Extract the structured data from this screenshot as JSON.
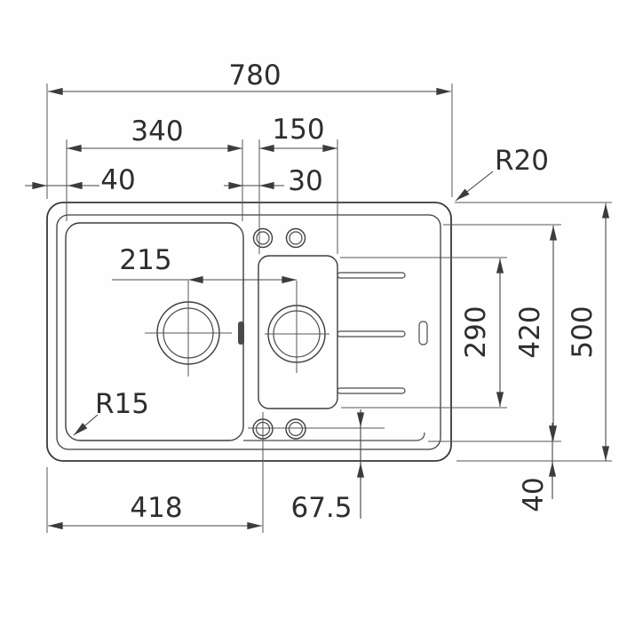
{
  "drawing": {
    "type": "technical-drawing",
    "subject": "Kitchen sink with drainer - top view dimensional drawing",
    "units": "mm",
    "colors": {
      "outline": "#383838",
      "dimension_lines": "#454545",
      "text": "#2e2e2e",
      "background": "#fefefe"
    },
    "dims": {
      "overall_width": "780",
      "main_bowl_width": "340",
      "small_bowl_width": "150",
      "left_edge_to_bowl": "40",
      "gap_between_bowls": "30",
      "outer_corner_radius": "R20",
      "drain_center_distance": "215",
      "bowl_corner_radius": "R15",
      "small_bowl_length": "290",
      "inner_rim_length": "420",
      "overall_depth": "500",
      "left_edge_to_knob": "418",
      "knob_to_bottom_edge": "67.5",
      "rim_to_bottom_edge": "40"
    }
  }
}
